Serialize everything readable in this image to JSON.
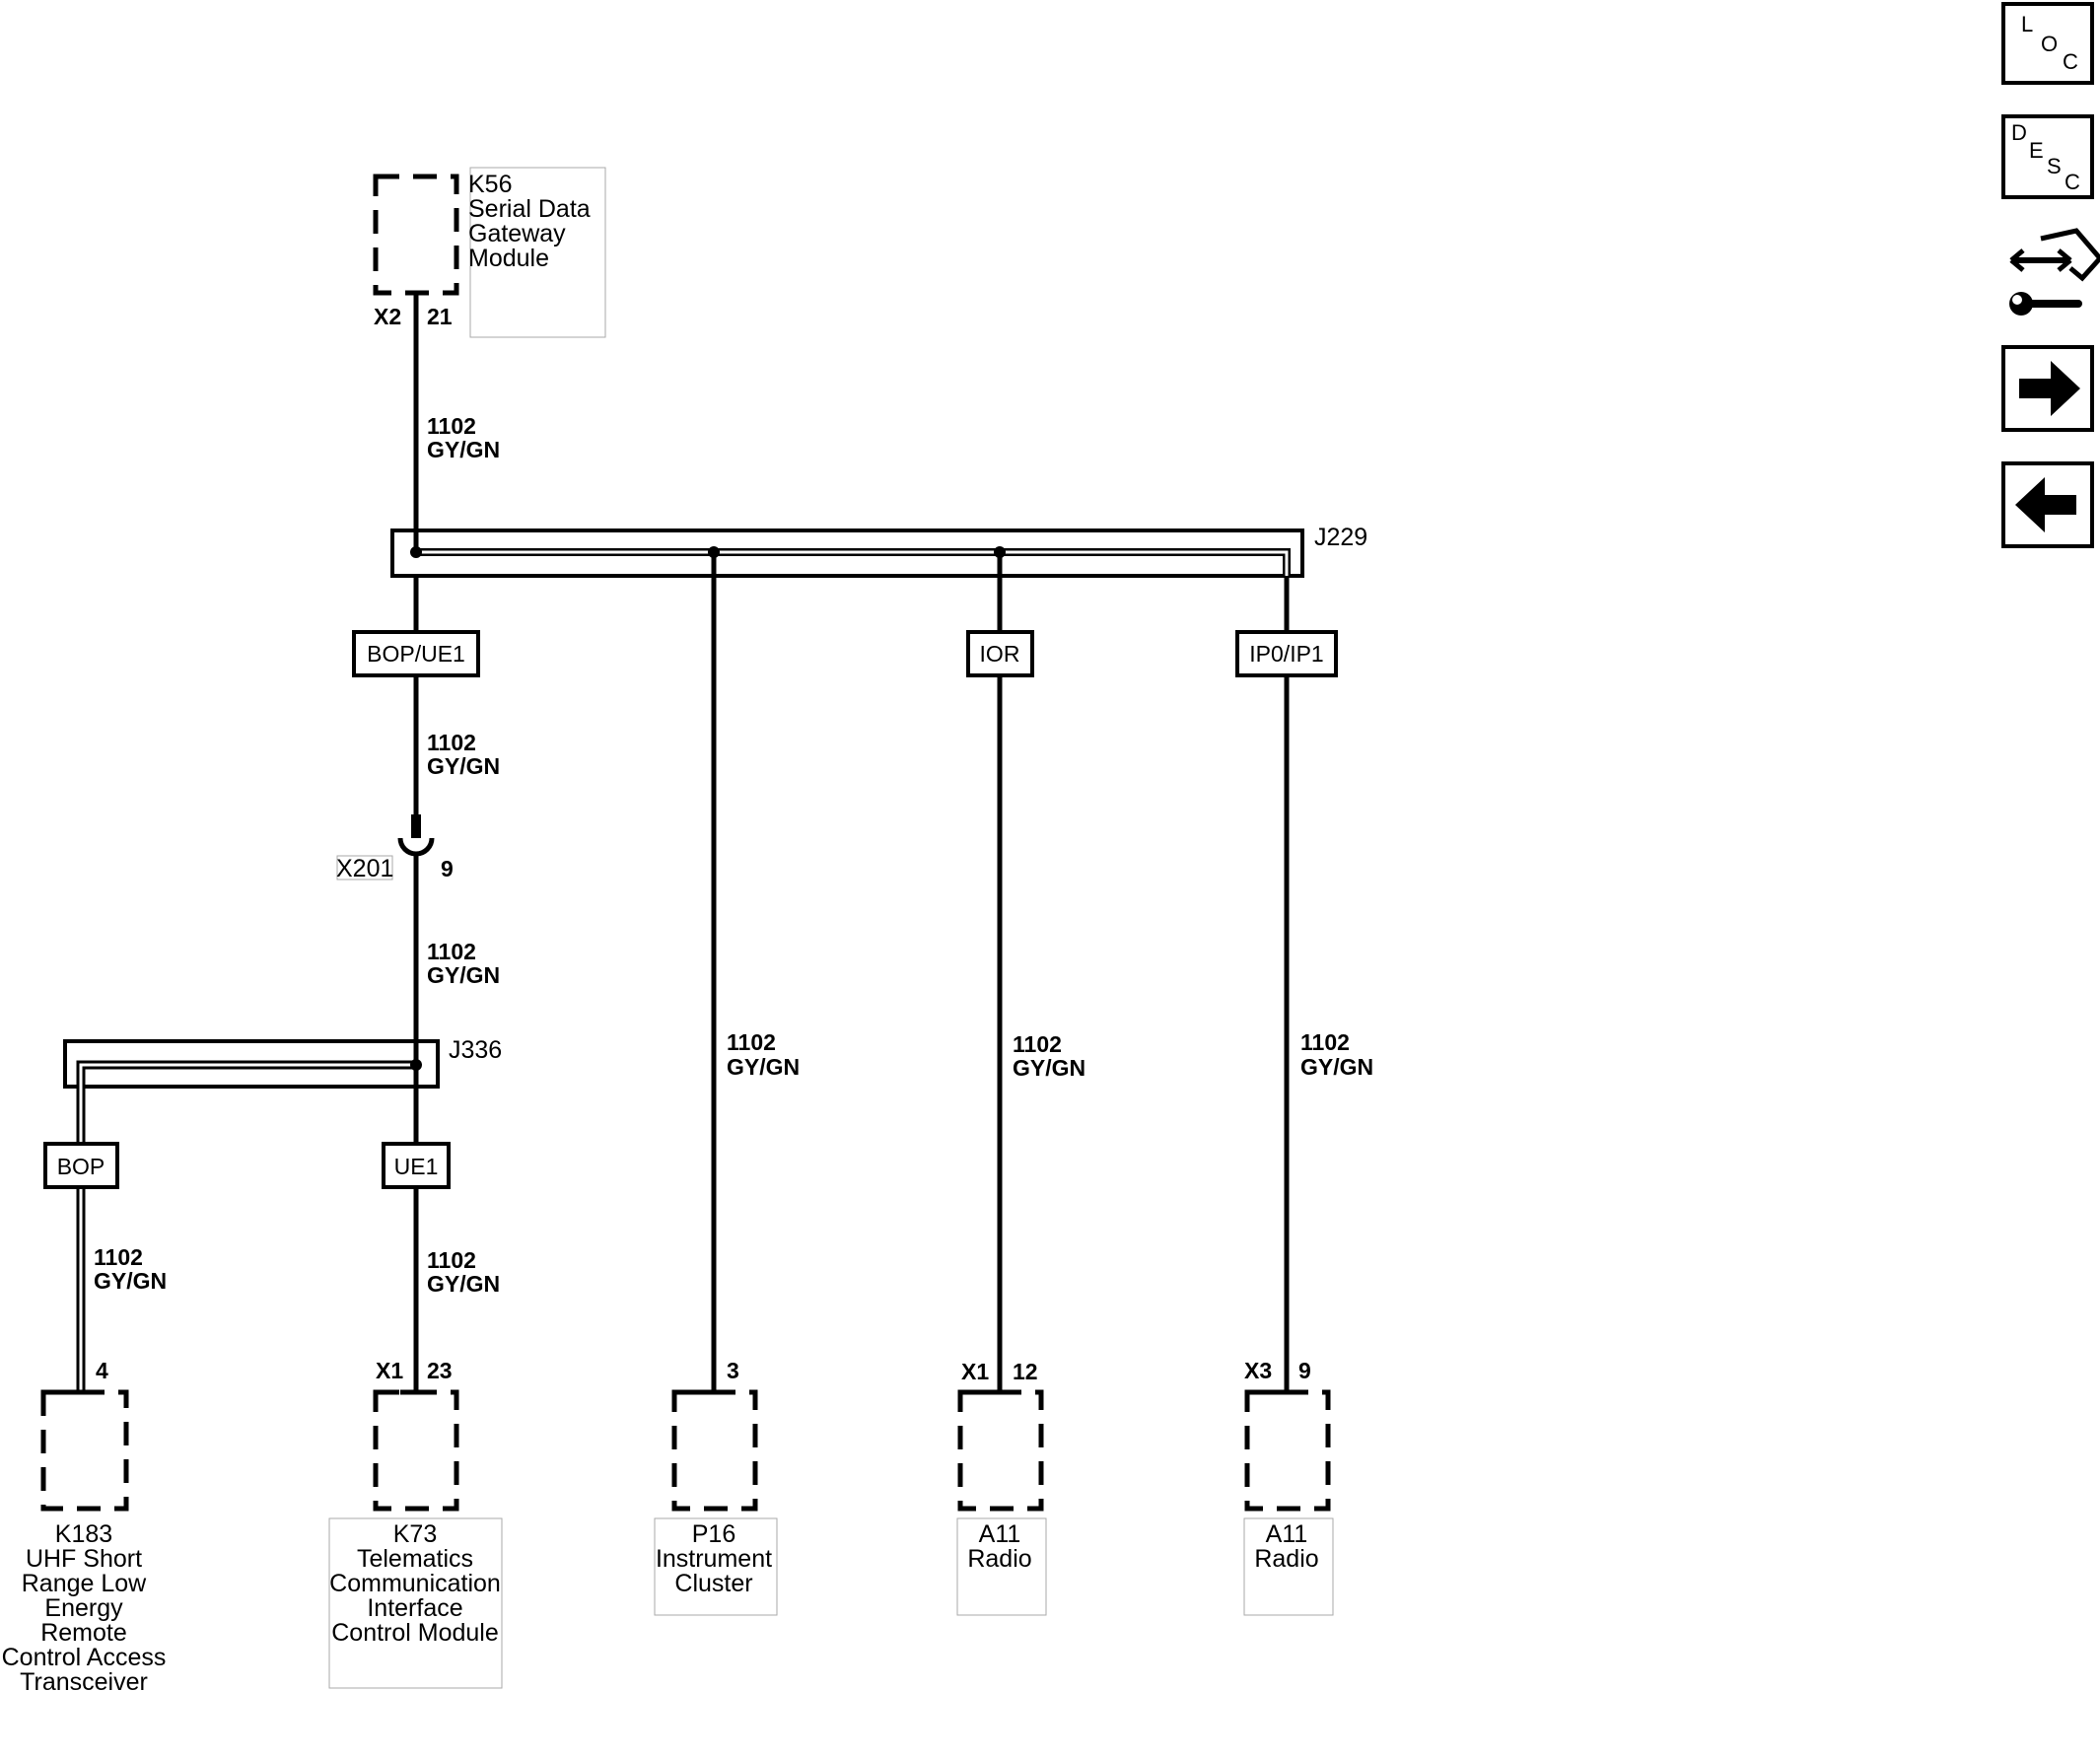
{
  "components": {
    "k56": {
      "lines": [
        "K56",
        "Serial Data",
        "Gateway",
        "Module"
      ],
      "connector": "X2",
      "pin": "21"
    },
    "k183": {
      "lines": [
        "K183",
        "UHF Short",
        "Range Low",
        "Energy",
        "Remote",
        "Control Access",
        "Transceiver"
      ],
      "connector": "",
      "pin": "4"
    },
    "k73": {
      "lines": [
        "K73",
        "Telematics",
        "Communication",
        "Interface",
        "Control Module"
      ],
      "connector": "X1",
      "pin": "23"
    },
    "p16": {
      "lines": [
        "P16",
        "Instrument",
        "Cluster"
      ],
      "connector": "",
      "pin": "3"
    },
    "a11_x1": {
      "lines": [
        "A11",
        "Radio"
      ],
      "connector": "X1",
      "pin": "12"
    },
    "a11_x3": {
      "lines": [
        "A11",
        "Radio"
      ],
      "connector": "X3",
      "pin": "9"
    }
  },
  "wire": {
    "circuit": "1102",
    "color": "GY/GN"
  },
  "splices": {
    "j229": "J229",
    "j336": "J336"
  },
  "inline_connector": {
    "name": "X201",
    "pin": "9"
  },
  "options": {
    "bop_ue1": "BOP/UE1",
    "ior": "IOR",
    "ip0_ip1": "IP0/IP1",
    "bop": "BOP",
    "ue1": "UE1"
  },
  "toolbar": {
    "loc": {
      "l": "L",
      "o": "O",
      "c": "C",
      "icon": "location-icon"
    },
    "desc": {
      "d": "D",
      "e": "E",
      "s": "S",
      "c": "C",
      "icon": "description-icon"
    },
    "connector_icon": "connector-repair-icon",
    "next_icon": "arrow-right-icon",
    "prev_icon": "arrow-left-icon"
  }
}
